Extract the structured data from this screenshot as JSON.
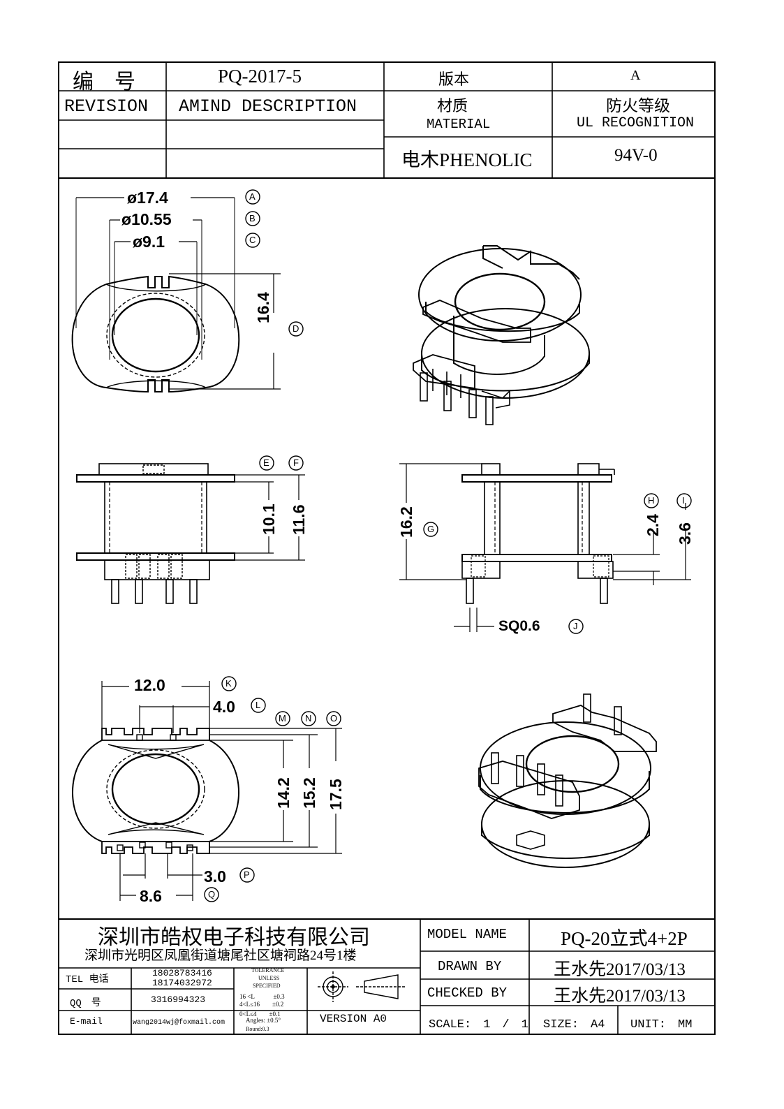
{
  "header": {
    "number_label": "编　号",
    "number_value": "PQ-2017-5",
    "version_label": "版本",
    "version_value": "A",
    "revision_label": "REVISION",
    "amend_label": "AMIND DESCRIPTION",
    "material_label_cn": "材质",
    "material_label_en": "MATERIAL",
    "ul_label_cn": "防火等级",
    "ul_label_en": "UL RECOGNITION",
    "material_value": "电木PHENOLIC",
    "ul_value": "94V-0"
  },
  "dimensions": {
    "a": "ø17.4",
    "b": "ø10.55",
    "c": "ø9.1",
    "d": "16.4",
    "e": "10.1",
    "f": "11.6",
    "g": "16.2",
    "h": "2.4",
    "i": "3.6",
    "j": "SQ0.6",
    "k": "12.0",
    "l": "4.0",
    "m": "14.2",
    "n": "15.2",
    "o": "17.5",
    "p": "3.0",
    "q": "8.6"
  },
  "markers": {
    "a": "A",
    "b": "B",
    "c": "C",
    "d": "D",
    "e": "E",
    "f": "F",
    "g": "G",
    "h": "H",
    "i": "I",
    "j": "J",
    "k": "K",
    "l": "L",
    "m": "M",
    "n": "N",
    "o": "O",
    "p": "P",
    "q": "Q"
  },
  "footer": {
    "company": "深圳市皓权电子科技有限公司",
    "address": "深圳市光明区凤凰街道塘尾社区塘祠路24号1楼",
    "tel_label": "TEL 电话",
    "tel_1": "18028783416",
    "tel_2": "18174032972",
    "qq_label": "QQ　号",
    "qq_value": "3316994323",
    "email_label": "E-mail",
    "email_value": "wang2014wj@foxmail.com",
    "tolerance_title_1": "TOLERANCE",
    "tolerance_title_2": "UNLESS",
    "tolerance_title_3": "SPECIFIED",
    "tol_row_1": "16 <L　　　±0.3",
    "tol_row_2": "4<L≤16　　±0.2",
    "tol_row_3": "0<L≤4　　±0.1",
    "tol_row_4": "Angles: ±0.5°",
    "tol_row_5": "Round:0.3",
    "version": "VERSION A0",
    "model_label": "MODEL NAME",
    "model_value": "PQ-20立式4+2P",
    "drawn_label": "DRAWN BY",
    "drawn_value": "王水先2017/03/13",
    "checked_label": "CHECKED BY",
    "checked_value": "王水先2017/03/13",
    "scale": "SCALE:　1　/　1",
    "size": "SIZE:　A4",
    "unit": "UNIT:　MM"
  }
}
